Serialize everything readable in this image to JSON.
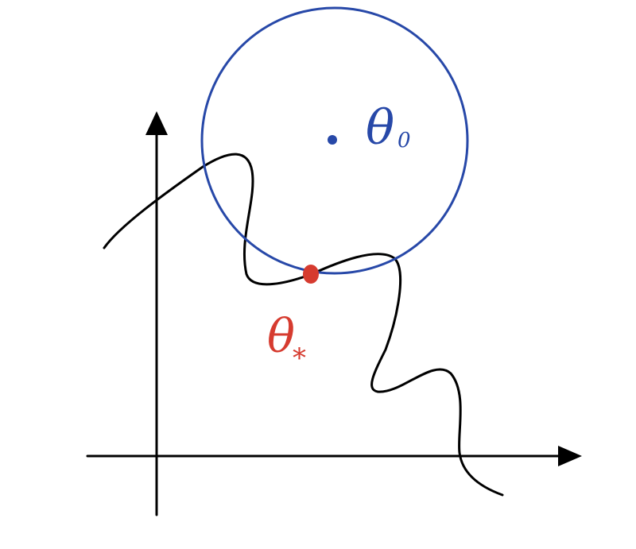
{
  "diagram": {
    "labels": {
      "center": "θ",
      "center_subscript": "0",
      "optimum": "θ",
      "optimum_subscript": "*"
    },
    "colors": {
      "background": "#ffffff",
      "axes": "#000000",
      "curve": "#000000",
      "circle": "#2748a8",
      "center_point": "#2748a8",
      "optimum_point": "#d63b2f",
      "optimum_label": "#d63b2f",
      "center_label": "#2748a8"
    },
    "icons": {
      "x_axis_arrow": "arrowhead-right",
      "y_axis_arrow": "arrowhead-up"
    }
  }
}
